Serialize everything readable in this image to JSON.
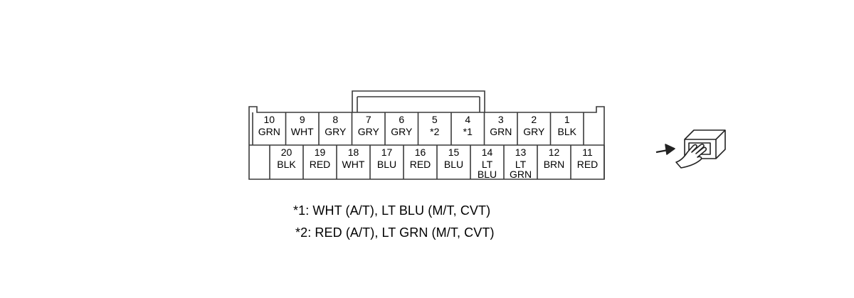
{
  "connector": {
    "top_row": [
      {
        "pin": "10",
        "color": "GRN"
      },
      {
        "pin": "9",
        "color": "WHT"
      },
      {
        "pin": "8",
        "color": "GRY"
      },
      {
        "pin": "7",
        "color": "GRY"
      },
      {
        "pin": "6",
        "color": "GRY"
      },
      {
        "pin": "5",
        "color": "*2"
      },
      {
        "pin": "4",
        "color": "*1"
      },
      {
        "pin": "3",
        "color": "GRN"
      },
      {
        "pin": "2",
        "color": "GRY"
      },
      {
        "pin": "1",
        "color": "BLK"
      }
    ],
    "bottom_row": [
      {
        "pin": "20",
        "color": "BLK"
      },
      {
        "pin": "19",
        "color": "RED"
      },
      {
        "pin": "18",
        "color": "WHT"
      },
      {
        "pin": "17",
        "color": "BLU"
      },
      {
        "pin": "16",
        "color": "RED"
      },
      {
        "pin": "15",
        "color": "BLU"
      },
      {
        "pin": "14",
        "color": "LT BLU",
        "lines": [
          "LT",
          "BLU"
        ]
      },
      {
        "pin": "13",
        "color": "LT GRN",
        "lines": [
          "LT",
          "GRN"
        ]
      },
      {
        "pin": "12",
        "color": "BRN"
      },
      {
        "pin": "11",
        "color": "RED"
      }
    ]
  },
  "view_icon": "hand-pointing-at-connector-icon",
  "notes": [
    "*1: WHT (A/T), LT BLU (M/T, CVT)",
    "*2: RED (A/T), LT GRN (M/T, CVT)"
  ],
  "colors": {
    "line": "#3a3a3a",
    "text": "#000000",
    "background": "#ffffff"
  }
}
